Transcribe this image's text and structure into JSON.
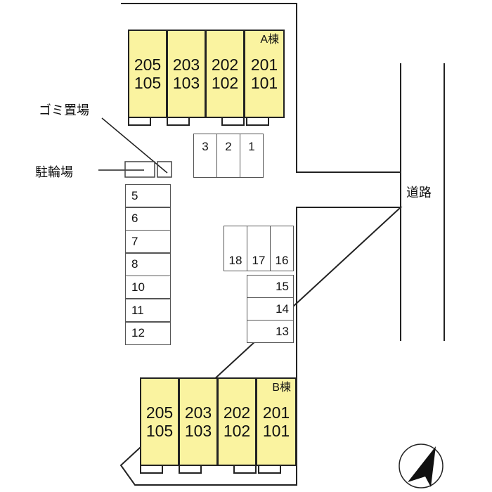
{
  "buildings": [
    {
      "name": "A棟",
      "units": [
        {
          "upper": "205",
          "lower": "105"
        },
        {
          "upper": "203",
          "lower": "103"
        },
        {
          "upper": "202",
          "lower": "102"
        },
        {
          "upper": "201",
          "lower": "101"
        }
      ]
    },
    {
      "name": "B棟",
      "units": [
        {
          "upper": "205",
          "lower": "105"
        },
        {
          "upper": "203",
          "lower": "103"
        },
        {
          "upper": "202",
          "lower": "102"
        },
        {
          "upper": "201",
          "lower": "101"
        }
      ]
    }
  ],
  "parking": {
    "top": [
      "3",
      "2",
      "1"
    ],
    "left": [
      "5",
      "6",
      "7",
      "8",
      "10",
      "11",
      "12"
    ],
    "middle": [
      "18",
      "17",
      "16"
    ],
    "right": [
      "15",
      "14",
      "13"
    ]
  },
  "labels": {
    "trash": "ゴミ置場",
    "bicycle": "駐輪場",
    "road": "道路"
  },
  "colors": {
    "unit_fill": "#faf3a0"
  }
}
